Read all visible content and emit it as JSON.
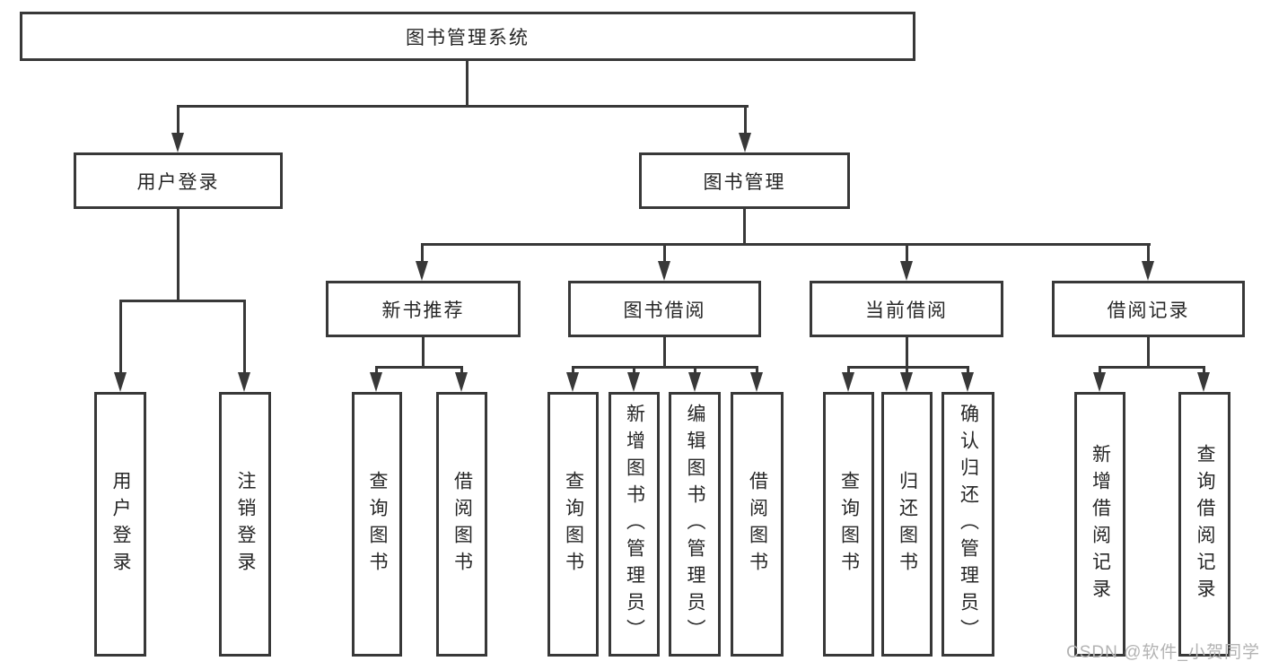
{
  "diagram": {
    "title": "图书管理系统",
    "branches": [
      {
        "label": "用户登录",
        "children": [
          "用户登录",
          "注销登录"
        ]
      },
      {
        "label": "图书管理",
        "children": [
          {
            "label": "新书推荐",
            "children": [
              "查询图书",
              "借阅图书"
            ]
          },
          {
            "label": "图书借阅",
            "children": [
              "查询图书",
              "新增图书（管理员）",
              "编辑图书（管理员）",
              "借阅图书"
            ]
          },
          {
            "label": "当前借阅",
            "children": [
              "查询图书",
              "归还图书",
              "确认归还（管理员）"
            ]
          },
          {
            "label": "借阅记录",
            "children": [
              "新增借阅记录",
              "查询借阅记录"
            ]
          }
        ]
      }
    ]
  },
  "watermark": "CSDN @软件_小贺同学",
  "colors": {
    "line": "#383838",
    "text": "#262626",
    "background": "#ffffff",
    "watermark": "#b3b3b3"
  }
}
